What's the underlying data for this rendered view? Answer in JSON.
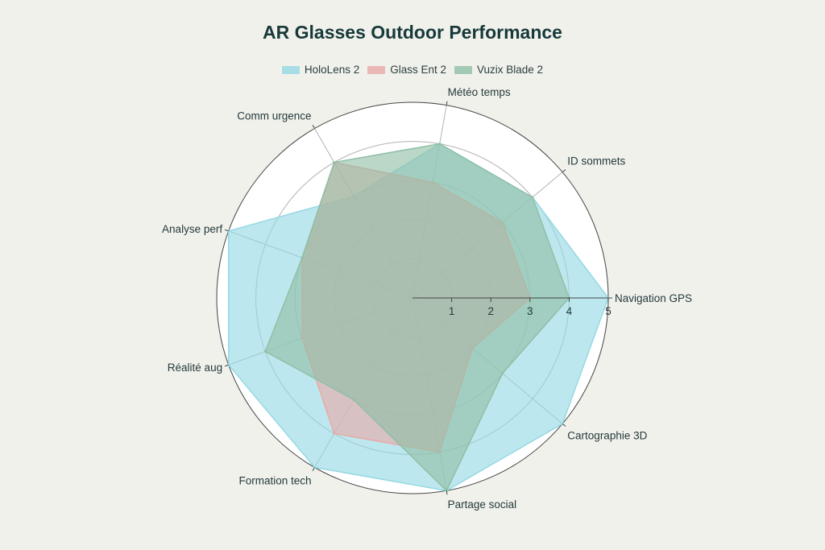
{
  "chart_data": {
    "type": "radar",
    "title": "AR Glasses Outdoor Performance",
    "categories": [
      "Navigation GPS",
      "ID sommets",
      "Météo temps",
      "Comm urgence",
      "Analyse perf",
      "Réalité aug",
      "Formation tech",
      "Partage social",
      "Cartographie 3D"
    ],
    "series": [
      {
        "name": "HoloLens 2",
        "color": "#95d9e3",
        "values": [
          5,
          4,
          4,
          3,
          5,
          5,
          5,
          5,
          5
        ]
      },
      {
        "name": "Glass Ent 2",
        "color": "#e9aaa6",
        "values": [
          3,
          3,
          3,
          4,
          3,
          3,
          4,
          4,
          2
        ]
      },
      {
        "name": "Vuzix Blade 2",
        "color": "#8fbfa5",
        "values": [
          4,
          4,
          4,
          4,
          3,
          4,
          3,
          5,
          3
        ]
      }
    ],
    "radial_range": [
      0,
      5
    ],
    "radial_ticks": [
      "1",
      "2",
      "3",
      "4",
      "5"
    ],
    "grid": true,
    "legend_position": "top"
  },
  "colors": {
    "background": "#f1f1ec",
    "plot_background": "#ffffff",
    "grid": "#b3b3b3",
    "title": "#17393a"
  }
}
